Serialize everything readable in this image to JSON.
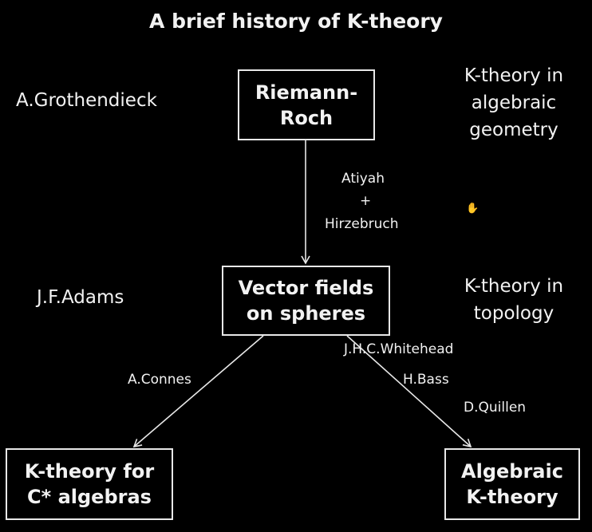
{
  "title": "A brief history of K-theory",
  "boxes": {
    "riemann_roch": [
      "Riemann-",
      "Roch"
    ],
    "vector_fields": [
      "Vector fields",
      "on spheres"
    ],
    "kc_algebras": [
      "K-theory for",
      "C* algebras"
    ],
    "algebraic_k": [
      "Algebraic",
      "K-theory"
    ]
  },
  "people": {
    "grothendieck": "A.Grothendieck",
    "adams": "J.F.Adams",
    "atiyah": "Atiyah",
    "plus": "+",
    "hirzebruch": "Hirzebruch",
    "connes": "A.Connes",
    "whitehead": "J.H.C.Whitehead",
    "bass": "H.Bass",
    "quillen": "D.Quillen"
  },
  "notes": {
    "algebraic_geometry": [
      "K-theory in",
      "algebraic",
      "geometry"
    ],
    "topology": [
      "K-theory in",
      "topology"
    ]
  }
}
